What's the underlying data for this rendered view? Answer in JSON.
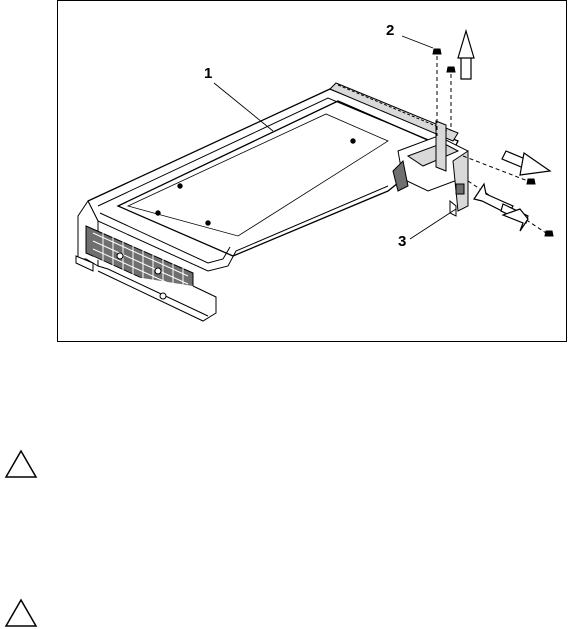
{
  "figure": {
    "callouts": [
      {
        "id": "1",
        "label": "1"
      },
      {
        "id": "2",
        "label": "2"
      },
      {
        "id": "3",
        "label": "3"
      }
    ]
  },
  "cautions": [
    {
      "icon": "caution-triangle-icon"
    },
    {
      "icon": "caution-triangle-icon"
    }
  ],
  "colors": {
    "line": "#000000",
    "fill_dark": "#6f6f6f",
    "fill_light": "#d9d9d9",
    "background": "#ffffff"
  }
}
